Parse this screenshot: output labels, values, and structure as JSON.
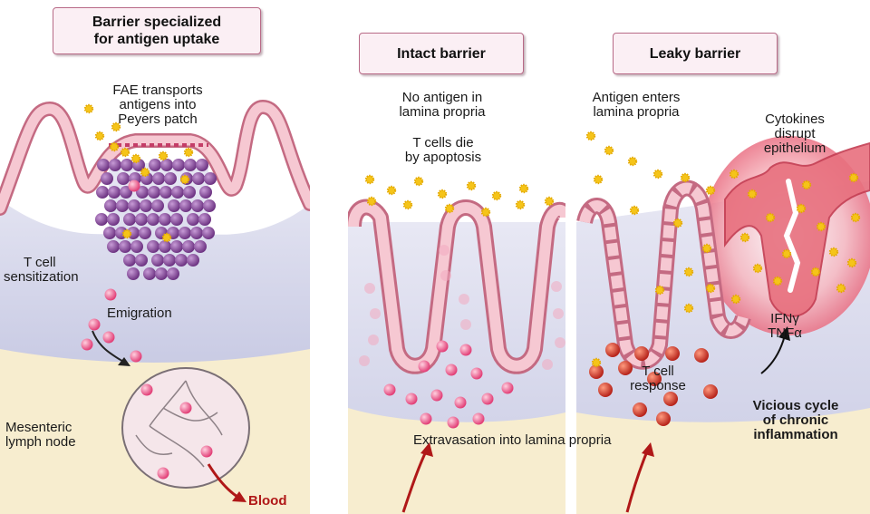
{
  "panels": {
    "left": {
      "title_line1": "Barrier specialized",
      "title_line2": "for antigen uptake",
      "fae_line1": "FAE transports",
      "fae_line2": "antigens into",
      "fae_line3": "Peyers patch",
      "tcell_line1": "T cell",
      "tcell_line2": "sensitization",
      "emigration": "Emigration",
      "node_line1": "Mesenteric",
      "node_line2": "lymph node",
      "blood": "Blood"
    },
    "middle": {
      "title": "Intact barrier",
      "no_antigen_line1": "No antigen in",
      "no_antigen_line2": "lamina propria",
      "apoptosis_line1": "T cells die",
      "apoptosis_line2": "by apoptosis"
    },
    "right": {
      "title": "Leaky barrier",
      "antigen_line1": "Antigen enters",
      "antigen_line2": "lamina propria",
      "cytokines_line1": "Cytokines",
      "cytokines_line2": "disrupt",
      "cytokines_line3": "epithelium",
      "ifn": "IFNγ",
      "tnf": "TNFα",
      "response_line1": "T cell",
      "response_line2": "response",
      "cycle_line1": "Vicious cycle",
      "cycle_line2": "of chronic",
      "cycle_line3": "inflammation"
    },
    "extravasation": "Extravasation into lamina propria"
  },
  "colors": {
    "lumen": "#ffffff",
    "lamina_propria": "#d9daee",
    "submucosa": "#f7edcf",
    "epithelium": "#f6c8d2",
    "epithelium_stroke": "#c46a82",
    "tcell_purple": "#8a4c9c",
    "tcell_pink": "#ee5c8a",
    "tcell_red": "#d83a22",
    "antigen": "#f5c419",
    "arrow_red": "#b01818"
  }
}
